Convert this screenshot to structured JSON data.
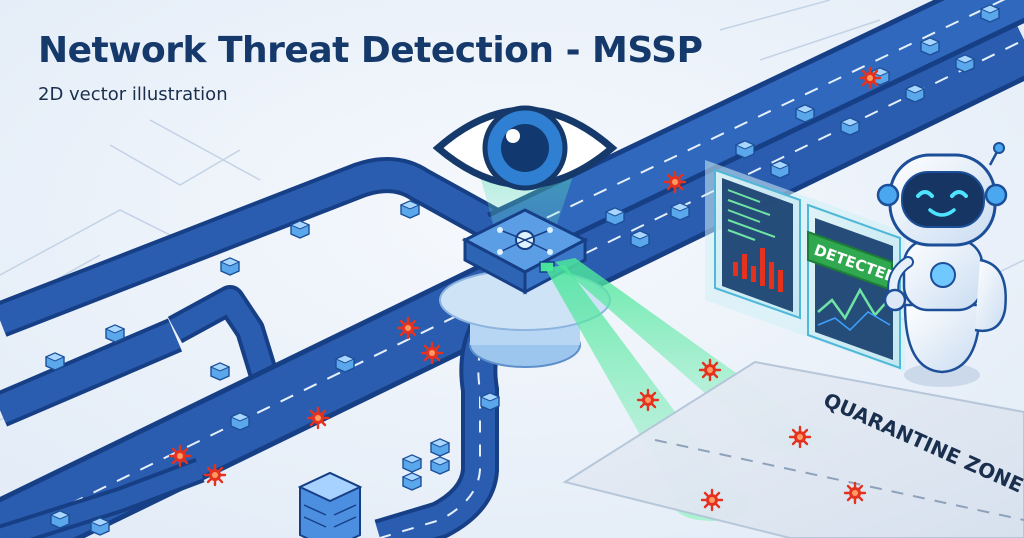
{
  "header": {
    "title": "Network Threat Detection - MSSP",
    "subtitle": "2D vector illustration"
  },
  "dashboard": {
    "badge": "DETECTED"
  },
  "quarantine": {
    "label": "QUARANTINE ZONE"
  },
  "icons": [
    "eye-icon",
    "sensor-icon",
    "robot-icon",
    "malware-icon",
    "server-icon",
    "packet-icon"
  ],
  "colors": {
    "road": "#2a5db0",
    "road_edge": "#173f86",
    "title": "#15396a",
    "beam": "#3ee08a",
    "badge": "#2fa84f",
    "malware": "#e5321f",
    "background": "#eef4fb"
  }
}
